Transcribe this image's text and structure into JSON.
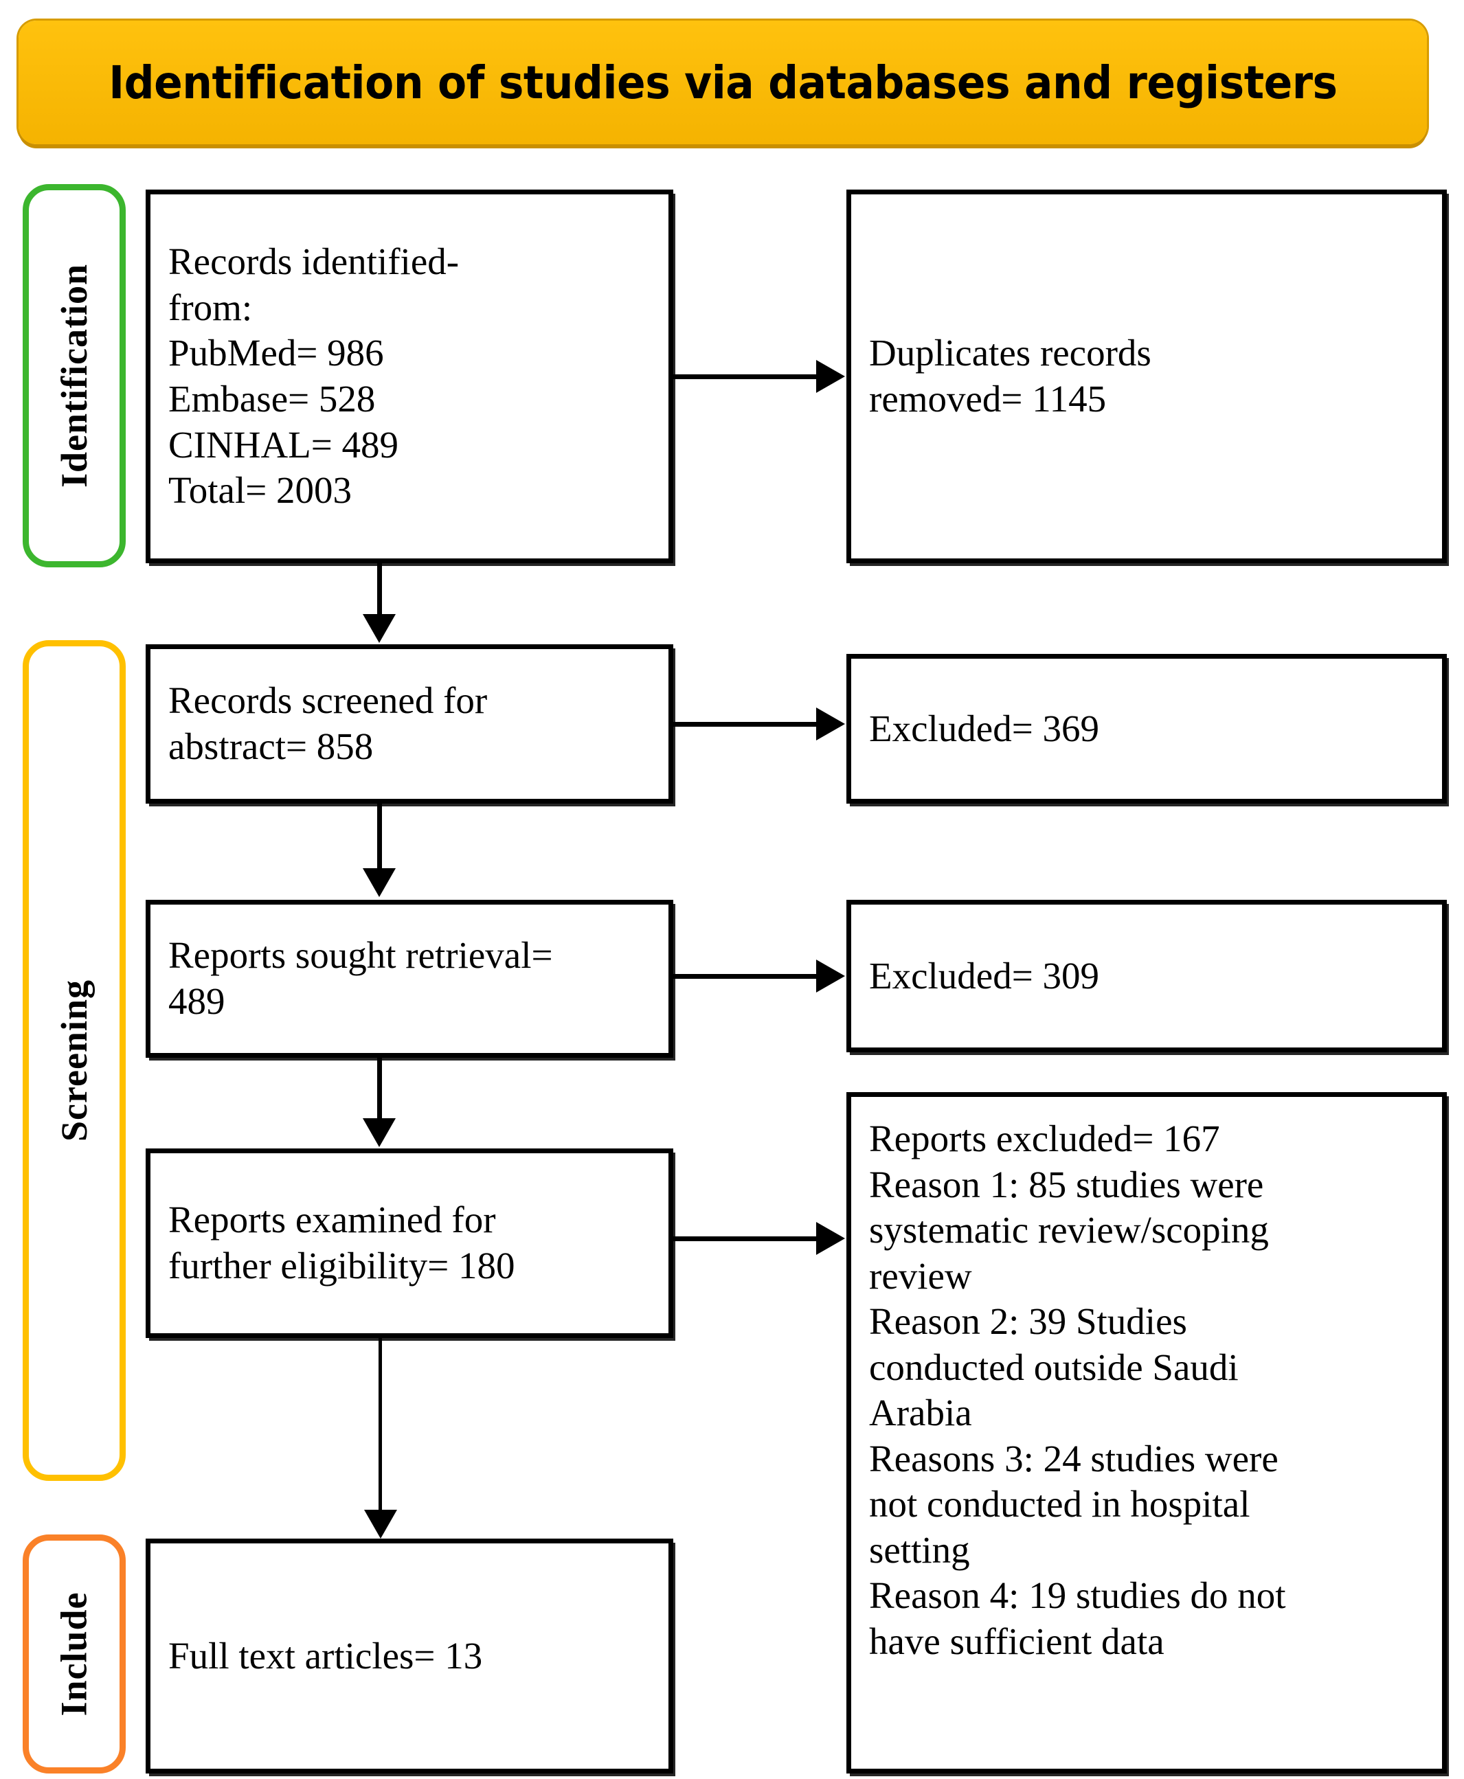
{
  "header": {
    "title": "Identification of studies via databases and registers"
  },
  "phases": [
    {
      "id": "identification",
      "label": "Identification",
      "color": "#3CB62E"
    },
    {
      "id": "screening",
      "label": "Screening",
      "color": "#FFC000"
    },
    {
      "id": "include",
      "label": "Include",
      "color": "#FA8128"
    }
  ],
  "boxes": {
    "identified": {
      "text": "Records identified-\nfrom:\nPubMed= 986\n Embase= 528\nCINHAL= 489\nTotal= 2003",
      "sources": [
        {
          "name": "PubMed",
          "count": 986
        },
        {
          "name": "Embase",
          "count": 528
        },
        {
          "name": "CINHAL",
          "count": 489
        }
      ],
      "total": 2003
    },
    "duplicates": {
      "text": "Duplicates records\nremoved= 1145",
      "count": 1145
    },
    "screened": {
      "text": "Records screened for\nabstract= 858",
      "count": 858
    },
    "excluded_abstract": {
      "text": "Excluded= 369",
      "count": 369
    },
    "sought": {
      "text": "Reports sought retrieval=\n489",
      "count": 489
    },
    "excluded_sought": {
      "text": "Excluded= 309",
      "count": 309
    },
    "examined": {
      "text": "Reports examined for\nfurther eligibility= 180",
      "count": 180
    },
    "reports_excluded": {
      "text": "Reports excluded= 167\nReason 1: 85 studies were\nsystematic review/scoping\nreview\nReason 2: 39 Studies\nconducted outside Saudi\nArabia\nReasons 3: 24 studies were\nnot conducted in hospital\nsetting\nReason 4: 19 studies do not\nhave sufficient data",
      "total": 167,
      "reasons": [
        {
          "label": "Reason 1",
          "count": 85,
          "description": "studies were systematic review/scoping review"
        },
        {
          "label": "Reason 2",
          "count": 39,
          "description": "Studies conducted outside Saudi Arabia"
        },
        {
          "label": "Reasons 3",
          "count": 24,
          "description": "studies were not conducted in hospital setting"
        },
        {
          "label": "Reason 4",
          "count": 19,
          "description": "studies do not have sufficient data"
        }
      ]
    },
    "fulltext": {
      "text": "Full text articles= 13",
      "count": 13
    }
  },
  "chart_data": {
    "type": "diagram",
    "title": "Identification of studies via databases and registers",
    "nodes": [
      {
        "id": "identified",
        "phase": "Identification",
        "label": "Records identified-from: PubMed= 986, Embase= 528, CINHAL= 489, Total= 2003",
        "value": 2003
      },
      {
        "id": "duplicates",
        "phase": "Identification",
        "label": "Duplicates records removed= 1145",
        "value": 1145
      },
      {
        "id": "screened",
        "phase": "Screening",
        "label": "Records screened for abstract= 858",
        "value": 858
      },
      {
        "id": "excluded_abstract",
        "phase": "Screening",
        "label": "Excluded= 369",
        "value": 369
      },
      {
        "id": "sought",
        "phase": "Screening",
        "label": "Reports sought retrieval= 489",
        "value": 489
      },
      {
        "id": "excluded_sought",
        "phase": "Screening",
        "label": "Excluded= 309",
        "value": 309
      },
      {
        "id": "examined",
        "phase": "Screening",
        "label": "Reports examined for further eligibility= 180",
        "value": 180
      },
      {
        "id": "reports_excluded",
        "phase": "Screening",
        "label": "Reports excluded= 167",
        "value": 167
      },
      {
        "id": "fulltext",
        "phase": "Include",
        "label": "Full text articles= 13",
        "value": 13
      }
    ],
    "edges": [
      {
        "from": "identified",
        "to": "duplicates",
        "direction": "right"
      },
      {
        "from": "identified",
        "to": "screened",
        "direction": "down"
      },
      {
        "from": "screened",
        "to": "excluded_abstract",
        "direction": "right"
      },
      {
        "from": "screened",
        "to": "sought",
        "direction": "down"
      },
      {
        "from": "sought",
        "to": "excluded_sought",
        "direction": "right"
      },
      {
        "from": "sought",
        "to": "examined",
        "direction": "down"
      },
      {
        "from": "examined",
        "to": "reports_excluded",
        "direction": "right"
      },
      {
        "from": "examined",
        "to": "fulltext",
        "direction": "down"
      }
    ]
  }
}
